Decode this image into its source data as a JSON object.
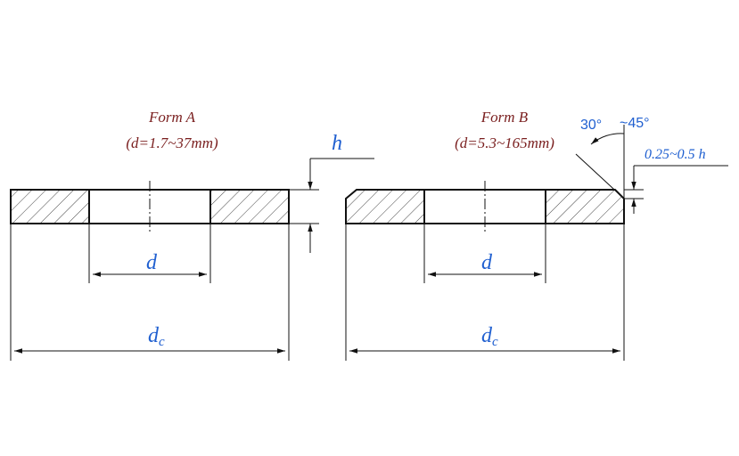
{
  "form_a": {
    "title": "Form A",
    "range": "(d=1.7~37mm)",
    "label_h": "h",
    "label_d": "d",
    "label_dc_main": "d",
    "label_dc_sub": "c"
  },
  "form_b": {
    "title": "Form B",
    "range": "(d=5.3~165mm)",
    "angle_1": "30°",
    "angle_2": "~45°",
    "chamfer": "0.25~0.5 h",
    "label_d": "d",
    "label_dc_main": "d",
    "label_dc_sub": "c"
  },
  "colors": {
    "title_color": "#7a1f1f",
    "dimension_color": "#1f5fd0",
    "line_color": "#111111"
  }
}
